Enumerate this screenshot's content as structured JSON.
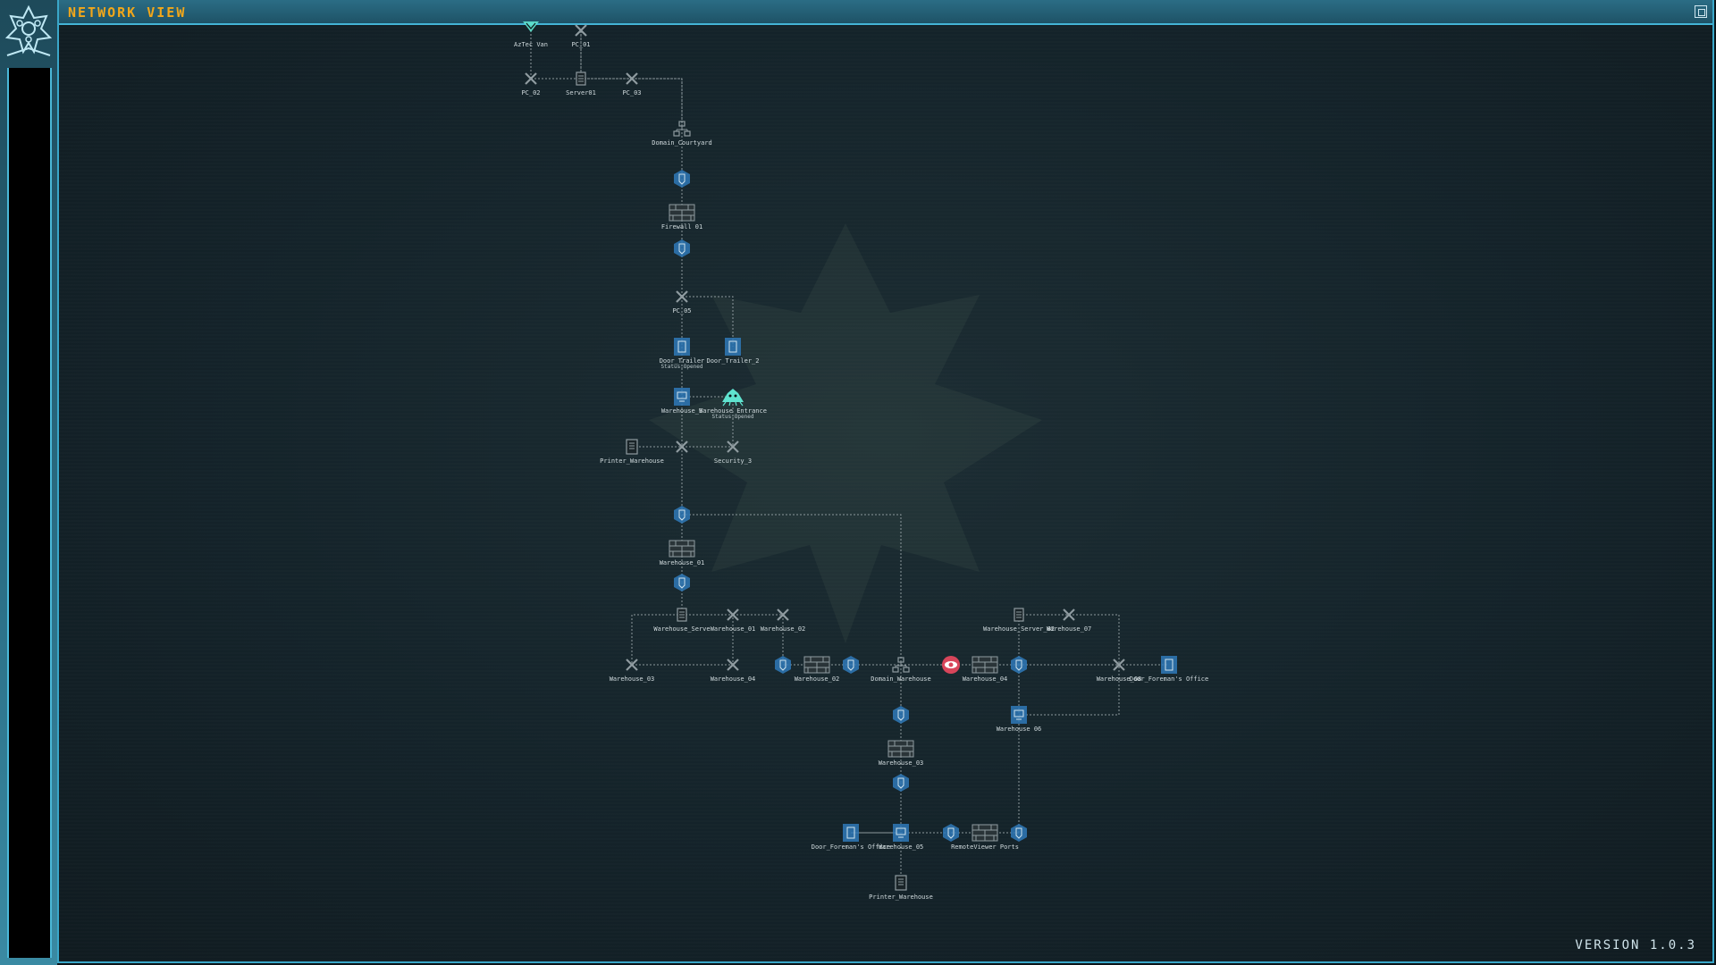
{
  "window": {
    "title": "NETWORK VIEW",
    "version": "VERSION 1.0.3"
  },
  "colors": {
    "title_accent": "#f2a71a",
    "frame_border": "#3aa7c9",
    "node_blue": "#2f79b8",
    "node_grey": "#8f9ba0",
    "node_red": "#d8455a",
    "node_cyan": "#5fe3cf"
  },
  "nodes": [
    {
      "id": "aztec_van",
      "label": "AzTec Van",
      "icon": "shield-icon"
    },
    {
      "id": "pc_01",
      "label": "PC_01",
      "icon": "cross-icon"
    },
    {
      "id": "pc_02",
      "label": "PC_02",
      "icon": "cross-icon"
    },
    {
      "id": "server01",
      "label": "Server01",
      "icon": "server-icon"
    },
    {
      "id": "pc_03",
      "label": "PC_03",
      "icon": "cross-icon"
    },
    {
      "id": "domain_courtyard",
      "label": "Domain_Courtyard",
      "icon": "domain-icon"
    },
    {
      "id": "gate_c1",
      "label": "",
      "icon": "shield-icon"
    },
    {
      "id": "firewall01",
      "label": "Firewall 01",
      "icon": "firewall-icon"
    },
    {
      "id": "gate_c2",
      "label": "",
      "icon": "shield-icon"
    },
    {
      "id": "pc_05",
      "label": "PC_05",
      "icon": "cross-icon"
    },
    {
      "id": "door_trailer",
      "label": "Door_Trailer",
      "icon": "door-icon"
    },
    {
      "id": "door_trailer_2",
      "label": "Door_Trailer_2",
      "icon": "door-icon"
    },
    {
      "id": "warehouse_s",
      "label": "Warehouse_S",
      "icon": "terminal-icon"
    },
    {
      "id": "warehouse_entrance",
      "label": "Warehouse Entrance",
      "icon": "spider-icon"
    },
    {
      "id": "printer_warehouse_top",
      "label": "Printer_Warehouse",
      "icon": "printer-icon"
    },
    {
      "id": "security_1",
      "label": "",
      "icon": "cross-icon"
    },
    {
      "id": "security_3",
      "label": "Security_3",
      "icon": "cross-icon"
    },
    {
      "id": "gate_w1",
      "label": "",
      "icon": "shield-icon"
    },
    {
      "id": "warehouse_01_fw",
      "label": "Warehouse_01",
      "icon": "firewall-icon"
    },
    {
      "id": "gate_w2",
      "label": "",
      "icon": "shield-icon"
    },
    {
      "id": "warehouse_serve",
      "label": "Warehouse_Serve",
      "icon": "server-icon"
    },
    {
      "id": "warehouse_01",
      "label": "Warehouse_01",
      "icon": "cross-icon"
    },
    {
      "id": "warehouse_02",
      "label": "Warehouse_02",
      "icon": "cross-icon"
    },
    {
      "id": "warehouse_03",
      "label": "Warehouse_03",
      "icon": "cross-icon"
    },
    {
      "id": "warehouse_04",
      "label": "Warehouse_04",
      "icon": "cross-icon"
    },
    {
      "id": "gate_w3",
      "label": "",
      "icon": "shield-icon"
    },
    {
      "id": "warehouse_02_fw",
      "label": "Warehouse_02",
      "icon": "firewall-icon"
    },
    {
      "id": "gate_w4",
      "label": "",
      "icon": "shield-icon"
    },
    {
      "id": "domain_warehouse",
      "label": "Domain_Warehouse",
      "icon": "domain-icon"
    },
    {
      "id": "watcher",
      "label": "",
      "icon": "eye-icon"
    },
    {
      "id": "warehouse_04_fw",
      "label": "Warehouse_04",
      "icon": "firewall-icon"
    },
    {
      "id": "gate_w5",
      "label": "",
      "icon": "shield-icon"
    },
    {
      "id": "warehouse_server_02",
      "label": "Warehouse_Server_02",
      "icon": "server-icon"
    },
    {
      "id": "warehouse_07",
      "label": "Warehouse_07",
      "icon": "cross-icon"
    },
    {
      "id": "warehouse_08",
      "label": "Warehouse_08",
      "icon": "cross-icon"
    },
    {
      "id": "door_foremans_office_right",
      "label": "Door_Foreman's Office",
      "icon": "door-icon"
    },
    {
      "id": "warehouse_06",
      "label": "Warehouse 06",
      "icon": "terminal-icon"
    },
    {
      "id": "gate_w6",
      "label": "",
      "icon": "shield-icon"
    },
    {
      "id": "warehouse_03_fw",
      "label": "Warehouse_03",
      "icon": "firewall-icon"
    },
    {
      "id": "gate_w7",
      "label": "",
      "icon": "shield-icon"
    },
    {
      "id": "door_foremans_office_bottom",
      "label": "Door_Foreman's Office",
      "icon": "door-icon"
    },
    {
      "id": "warehouse_05",
      "label": "Warehouse_05",
      "icon": "terminal-icon"
    },
    {
      "id": "gate_w8",
      "label": "",
      "icon": "shield-icon"
    },
    {
      "id": "remoteviewer_fw",
      "label": "RemoteViewer Ports",
      "icon": "firewall-icon"
    },
    {
      "id": "gate_w9",
      "label": "",
      "icon": "shield-icon"
    },
    {
      "id": "printer_warehouse_bottom",
      "label": "Printer_Warehouse",
      "icon": "printer-icon"
    }
  ],
  "sublabels": [
    {
      "node": "door_trailer",
      "text": "Status:Opened"
    },
    {
      "node": "warehouse_entrance",
      "text": "Status:Opened"
    }
  ]
}
